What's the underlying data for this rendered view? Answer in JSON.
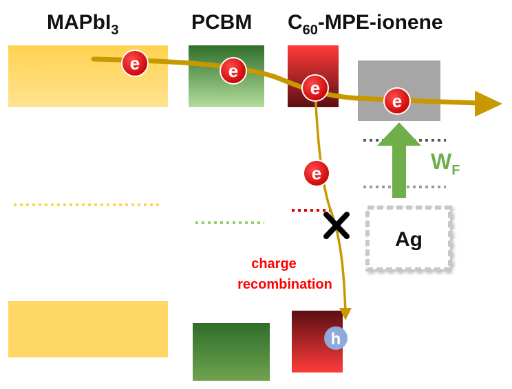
{
  "labels": {
    "material_1": "MAPbI",
    "material_1_sub": "3",
    "material_2": "PCBM",
    "material_3_prefix": "C",
    "material_3_sub": "60",
    "material_3_rest": "-MPE-ionene",
    "electrode": "Ag",
    "work_function_main": "W",
    "work_function_sub": "F",
    "recombination_line1": "charge",
    "recombination_line2": "recombination",
    "electron_symbol": "e",
    "hole_symbol": "h"
  },
  "colors": {
    "mapbi3": "#ffd766",
    "pcbm_dark": "#2f6e2a",
    "pcbm_light": "#b3de9c",
    "ionene_top": "#ff3b3b",
    "ionene_bottom": "#5a0f12",
    "ag_band": "#a6a6a6",
    "arrow": "#c89800",
    "electron": "#e40000",
    "hole": "#8fa9da",
    "work_function_arrow": "#6fae49",
    "recombination_text": "#ff0000",
    "blocked_mark": "#000000"
  },
  "icons": {
    "electron": "electron-circle-icon",
    "hole": "hole-circle-icon",
    "blocked": "cross-mark-icon",
    "flow_arrow": "arrow-right-icon"
  }
}
